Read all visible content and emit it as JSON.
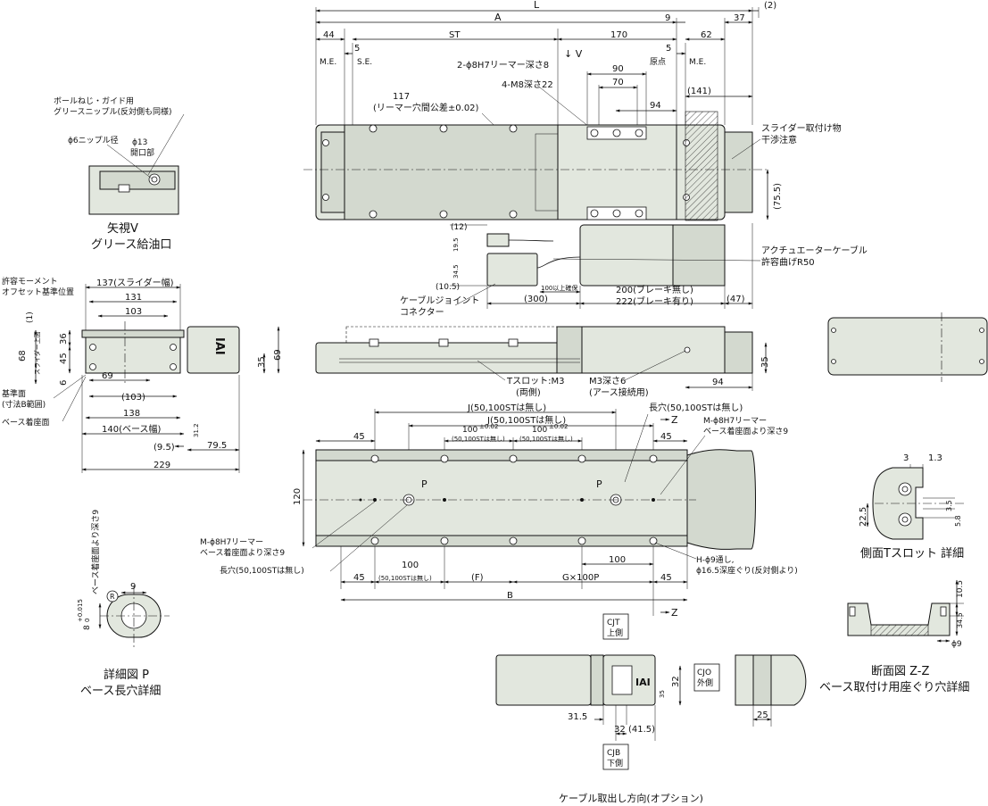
{
  "top_dims": {
    "L": "L",
    "p2": "(2)",
    "A": "A",
    "d9": "9",
    "d37": "37",
    "d44": "44",
    "ST": "ST",
    "d170": "170",
    "d62": "62",
    "d5a": "5",
    "d5b": "5",
    "me_left": "M.E.",
    "se": "S.E.",
    "genten": "原点",
    "me_right": "M.E.",
    "arrowV": "↓ V",
    "reamer": "2-ϕ8H7リーマー深さ8",
    "d90": "90",
    "d70": "70",
    "m8": "4-M8深さ22",
    "d94": "94",
    "d141": "(141)",
    "d117": "117",
    "reamer_tol": "(リーマー穴間公差±0.02)",
    "interf1": "スライダー取付け物",
    "interf2": "干渉注意",
    "d755": "(75.5)"
  },
  "cable": {
    "d12": "(12)",
    "d195": "19.5",
    "d345": "34.5",
    "d105": "(10.5)",
    "joint1": "ケーブルジョイント",
    "joint2": "コネクター",
    "d300": "(300)",
    "d100": "100以上確保",
    "d200": "200(ブレーキ無し)",
    "d222": "222(ブレーキ有り)",
    "d47": "(47)",
    "act1": "アクチュエーターケーブル",
    "act2": "許容曲げR50"
  },
  "view_v": {
    "grease1": "ボールねじ・ガイド用",
    "grease2": "グリースニップル(反対側も同様)",
    "nipple": "ϕ6ニップル径",
    "d13": "ϕ13",
    "open": "開口部",
    "title1": "矢視V",
    "title2": "グリース給油口"
  },
  "end_view": {
    "moment1": "許容モーメント",
    "moment2": "オフセット基準位置",
    "d137": "137(スライダー幅)",
    "d131": "131",
    "d103": "103",
    "d1": "(1)",
    "d36": "36",
    "d68": "68",
    "d45": "45",
    "d6": "6",
    "slider_top": "スライダー上面",
    "d69a": "69",
    "d103b": "(103)",
    "d138": "138",
    "d140": "140(ベース幅)",
    "d95": "(9.5)",
    "d229": "229",
    "d312": "31.2",
    "d795": "79.5",
    "d35": "35",
    "d69b": "69",
    "ref1": "基準面",
    "ref2": "(寸法B範囲)",
    "base_seat": "ベース着座面",
    "logo": "IAI"
  },
  "side_view": {
    "tslot1": "Tスロット:M3",
    "tslot2": "(両側)",
    "m3": "M3深さ6",
    "earth": "(アース接続用)",
    "d35": "35",
    "d94": "94"
  },
  "bottom_view": {
    "J1": "J(50,100STは無し)",
    "J2": "J(50,100STは無し)",
    "d100a": "100",
    "d100b": "100",
    "tol": "±0.02",
    "st_none": "(50,100STは無し)",
    "d45a": "45",
    "d45b": "45",
    "d45c": "45",
    "d45d": "45",
    "d120": "120",
    "P1": "P",
    "P2": "P",
    "long_hole_top": "長穴(50,100STは無し)",
    "reamer_r1": "M-ϕ8H7リーマー",
    "reamer_r2": "ベース着座面より深さ9",
    "reamer_l1": "M-ϕ8H7リーマー",
    "reamer_l2": "ベース着座面より深さ9",
    "long_hole_bot": "長穴(50,100STは無し)",
    "d100c": "100",
    "st_none2": "(50,100STは無し)",
    "F": "(F)",
    "G": "G×100P",
    "d100d": "100",
    "H1": "H-ϕ9通し,",
    "H2": "ϕ16.5深座ぐり(反対側より)",
    "B": "B",
    "Z_top": "Z",
    "Z_bot": "Z"
  },
  "detail_p": {
    "tol_dim": "8",
    "tol_sup": "+0.015",
    "tol_sub": "0",
    "depth_note": "ベース着座面より深さ9",
    "d9": "9",
    "R": "R",
    "title1": "詳細図 P",
    "title2": "ベース長穴詳細"
  },
  "tslot_detail": {
    "d3": "3",
    "d13": "1.3",
    "d225": "22.5",
    "d35": "3.5",
    "d58": "5.8",
    "title": "側面Tスロット 詳細"
  },
  "section_zz": {
    "d105": "10.5",
    "d345": "34.5",
    "phi9": "ϕ9",
    "title1": "断面図 Z-Z",
    "title2": "ベース取付け用座ぐり穴詳細"
  },
  "cable_option": {
    "cjt1": "CJT",
    "cjt2": "上側",
    "cjo1": "CJO",
    "cjo2": "外側",
    "cjb1": "CJB",
    "cjb2": "下側",
    "d32a": "32",
    "d35": "35",
    "d315": "31.5",
    "d32b": "32",
    "d415": "(41.5)",
    "d25": "25",
    "title": "ケーブル取出し方向(オプション)"
  }
}
